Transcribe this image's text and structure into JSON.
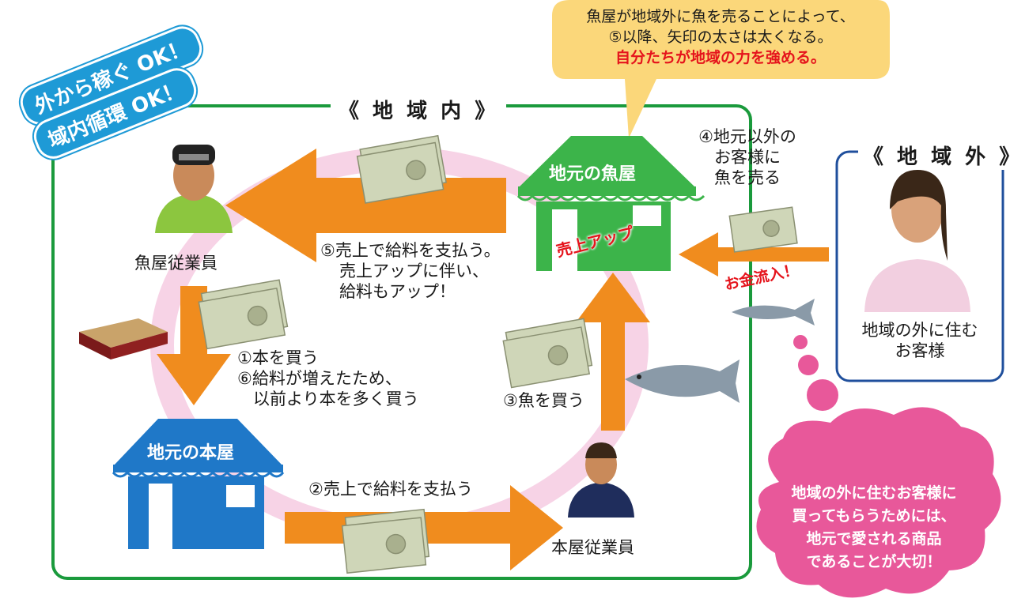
{
  "badges": {
    "line1": "外から稼ぐ OK！",
    "line2": "域内循環 OK！"
  },
  "region_inside_title": "《 地 域 内 》",
  "region_outside_title": "《 地 域 外 》",
  "speech_bubble": {
    "line1": "魚屋が地域外に魚を売ることによって、",
    "line2": "⑤以降、矢印の太さは太くなる。",
    "line3": "自分たちが地域の力を強める。"
  },
  "fish_shop": {
    "name": "地元の魚屋",
    "sales_up": "売上アップ"
  },
  "book_shop": {
    "name": "地元の本屋"
  },
  "fish_employee": "魚屋従業員",
  "book_employee": "本屋従業員",
  "outside_customer": {
    "line1": "地域の外に住む",
    "line2": "お客様"
  },
  "step4": {
    "line1": "④地元以外の",
    "line2": "お客様に",
    "line3": "魚を売る"
  },
  "money_inflow": "お金流入！",
  "step5": {
    "line1": "⑤売上で給料を支払う。",
    "line2": "売上アップに伴い、",
    "line3": "給料もアップ！"
  },
  "step1": "①本を買う",
  "step6": {
    "line1": "⑥給料が増えたため、",
    "line2": "以前より本を多く買う"
  },
  "step3": "③魚を買う",
  "step2": "②売上で給料を支払う",
  "cloud": {
    "line1": "地域の外に住むお客様に",
    "line2": "買ってもらうためには、",
    "line3": "地元で愛される商品",
    "line4": "であることが大切！"
  },
  "colors": {
    "region_border": "#1a9a3c",
    "arrow": "#f08c1e",
    "fish_shop": "#3cb44a",
    "book_shop": "#1f78c8",
    "badge": "#1e9ad6",
    "bubble": "#fbd77a",
    "cloud": "#e8589a",
    "circle": "#f7d3e6",
    "highlight_red": "#e5141c"
  }
}
